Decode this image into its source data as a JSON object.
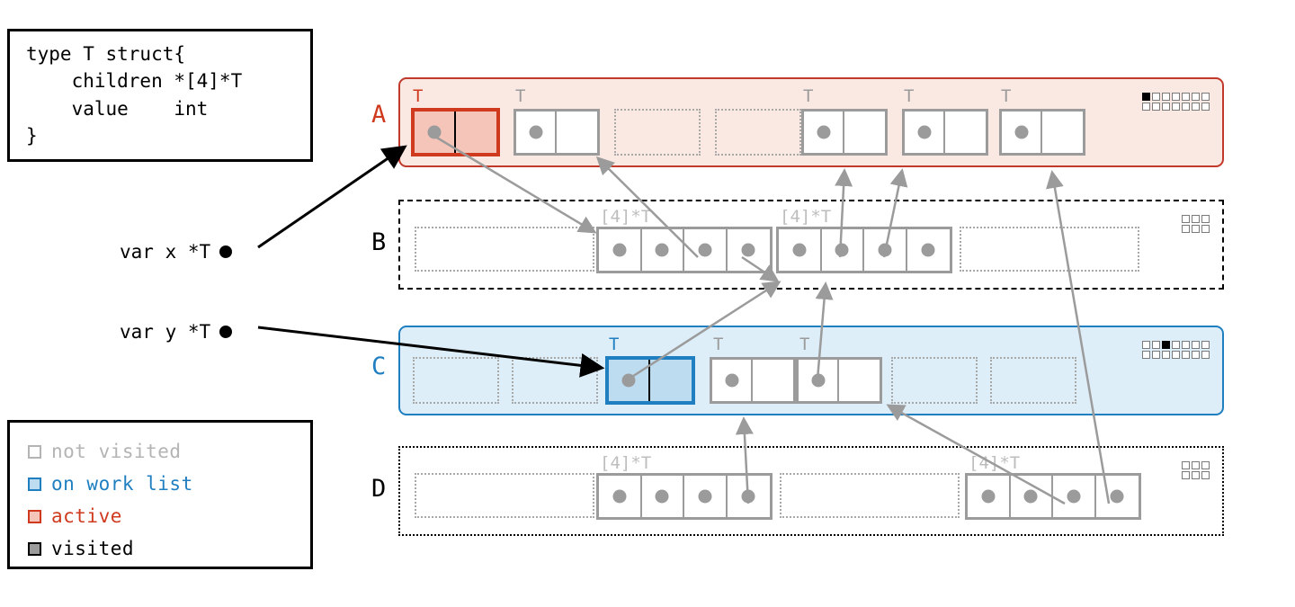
{
  "code_box": {
    "name": "type-definition",
    "text": "type T struct{\n    children *[4]*T\n    value    int\n}"
  },
  "legend": {
    "title": "legend",
    "items": [
      {
        "label": "not visited",
        "border": "#b4b4b4",
        "fill": "#ffffff",
        "text": "#b4b4b4"
      },
      {
        "label": "on work list",
        "border": "#1f7fc0",
        "fill": "#bedcf0",
        "text": "#1f7fc0"
      },
      {
        "label": "active",
        "border": "#cf3a1e",
        "fill": "#f4c5b8",
        "text": "#cf3a1e"
      },
      {
        "label": "visited",
        "border": "#000000",
        "fill": "#9b9b9b",
        "text": "#000000"
      }
    ]
  },
  "variables": [
    {
      "name": "var-x",
      "label": "var x *T"
    },
    {
      "name": "var-y",
      "label": "var y *T"
    }
  ],
  "colors": {
    "active_red": "#cf3a1e",
    "work_blue": "#1f7fc0",
    "gray": "#9b9b9b",
    "light_gray": "#bdbdbd",
    "span_a_fill": "#fae8e3",
    "span_c_fill": "#ddeef9",
    "arrow_gray": "#9b9b9b",
    "black": "#000000"
  },
  "spans": [
    {
      "id": "A",
      "label": "A",
      "label_color": "#cf3a1e",
      "state": "active",
      "object_tag": "T",
      "bitmap": {
        "rows": 2,
        "cols": 7,
        "filled": [
          [
            0,
            0
          ]
        ]
      },
      "slots": [
        {
          "kind": "object",
          "state": "active",
          "tag": "T"
        },
        {
          "kind": "object",
          "state": "not-visited",
          "tag": "T"
        },
        {
          "kind": "empty"
        },
        {
          "kind": "empty"
        },
        {
          "kind": "object",
          "state": "not-visited",
          "tag": "T"
        },
        {
          "kind": "object",
          "state": "not-visited",
          "tag": "T"
        },
        {
          "kind": "object",
          "state": "not-visited",
          "tag": "T"
        }
      ]
    },
    {
      "id": "B",
      "label": "B",
      "label_color": "#000000",
      "state": "not-visited",
      "object_tag": "[4]*T",
      "bitmap": {
        "rows": 2,
        "cols": 3,
        "filled": []
      },
      "slots": [
        {
          "kind": "empty-wide"
        },
        {
          "kind": "array",
          "tag": "[4]*T",
          "cells": 4
        },
        {
          "kind": "array",
          "tag": "[4]*T",
          "cells": 4
        },
        {
          "kind": "empty-wide"
        }
      ]
    },
    {
      "id": "C",
      "label": "C",
      "label_color": "#1f7fc0",
      "state": "on-work-list",
      "object_tag": "T",
      "bitmap": {
        "rows": 2,
        "cols": 7,
        "filled": [
          [
            0,
            2
          ]
        ]
      },
      "slots": [
        {
          "kind": "empty"
        },
        {
          "kind": "empty"
        },
        {
          "kind": "object",
          "state": "on-work-list",
          "tag": "T"
        },
        {
          "kind": "object",
          "state": "not-visited",
          "tag": "T"
        },
        {
          "kind": "object",
          "state": "not-visited",
          "tag": "T"
        },
        {
          "kind": "empty"
        },
        {
          "kind": "empty"
        }
      ]
    },
    {
      "id": "D",
      "label": "D",
      "label_color": "#000000",
      "state": "not-visited",
      "object_tag": "[4]*T",
      "bitmap": {
        "rows": 2,
        "cols": 3,
        "filled": []
      },
      "slots": [
        {
          "kind": "empty-wide"
        },
        {
          "kind": "array",
          "tag": "[4]*T",
          "cells": 4
        },
        {
          "kind": "empty-wide"
        },
        {
          "kind": "array",
          "tag": "[4]*T",
          "cells": 4
        }
      ]
    }
  ],
  "pointers": {
    "root_edges": [
      {
        "from": "var-x",
        "to": "span-A-object-0"
      },
      {
        "from": "var-y",
        "to": "span-C-object-2"
      }
    ],
    "heap_edges": [
      {
        "from": "span-A-object-0",
        "to": "span-B-array-0"
      },
      {
        "from": "span-B-array-0-cell-2",
        "to": "span-A-object-1"
      },
      {
        "from": "span-B-array-0-cell-3",
        "to": "span-B-array-1"
      },
      {
        "from": "span-B-array-1-cell-1",
        "to": "span-A-object-4"
      },
      {
        "from": "span-B-array-1-cell-2",
        "to": "span-A-object-5"
      },
      {
        "from": "span-C-object-2",
        "to": "span-B-array-1"
      },
      {
        "from": "span-C-object-4",
        "to": "span-B-array-1"
      },
      {
        "from": "span-D-array-0-cell-3",
        "to": "span-C-object-3"
      },
      {
        "from": "span-D-array-1-cell-2",
        "to": "span-C-object-4"
      },
      {
        "from": "span-D-array-1-cell-3",
        "to": "span-A-object-6"
      }
    ]
  }
}
